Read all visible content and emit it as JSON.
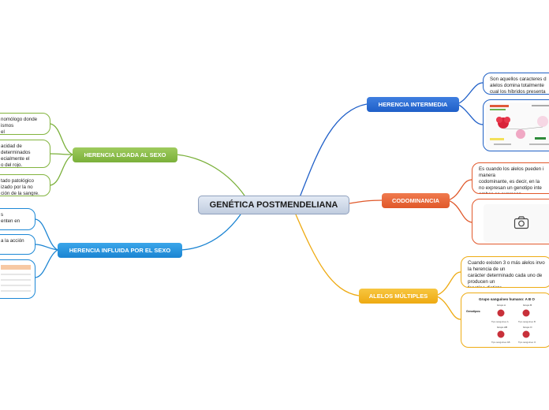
{
  "central": {
    "title": "GENÉTICA POSTMENDELIANA"
  },
  "branches": {
    "intermedia": "HERENCIA INTERMEDIA",
    "codominancia": "CODOMINANCIA",
    "alelos": "ALELOS MÚLTIPLES",
    "ligada": "HERENCIA LIGADA AL SEXO",
    "influida": "HERENCIA INFLUIDA POR EL SEXO"
  },
  "leaves": {
    "intermedia_text": "Son aquellos caracteres d\nalelos domina totalmente\ncual los híbridos presenta",
    "codominancia_text": "Es cuando los alelos pueden i\nmanera\n codominante, es decir, en la\nno expresan un genotipo inte\nambos se expresan.",
    "alelos_text": "Cuando existen 3 o más alelos invo\nla herencia de un\n carácter determinado cada uno de\nproducen un\n  fenotipo distinto",
    "ligada_1": "nomólogo donde\nismos\nel",
    "ligada_2": "acidad de\ndeterminados\necialmente el\no del rojo.",
    "ligada_3": "tado patológico\nizado por la no\nción de la sangre.",
    "influida_1": "s\nenten en",
    "influida_2": "a la acción"
  },
  "blood_image": {
    "title": "Grupo sanguíneo humano: A B O",
    "labels": [
      "Genotipos:",
      "Grupo A",
      "Grupo B",
      "Grupo AB",
      "Grupo O",
      "Tipo sanguíneo A",
      "Tipo sanguíneo B",
      "Tipo sanguíneo AB",
      "Tipo sanguíneo O"
    ]
  },
  "icons": {
    "camera": "camera-icon"
  }
}
